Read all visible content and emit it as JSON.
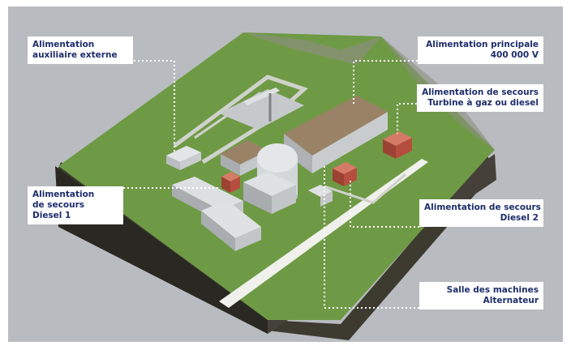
{
  "labels": {
    "aux_externe": {
      "lines": [
        "Alimentation",
        "auxiliaire externe"
      ]
    },
    "principale": {
      "lines": [
        "Alimentation principale",
        "400 000 V"
      ]
    },
    "secours_turbine": {
      "lines": [
        "Alimentation de secours",
        "Turbine à gaz ou diesel"
      ]
    },
    "secours_diesel1": {
      "lines": [
        "Alimentation",
        "de secours",
        "Diesel 1"
      ]
    },
    "secours_diesel2": {
      "lines": [
        "Alimentation de secours",
        "Diesel 2"
      ]
    },
    "salle_machines": {
      "lines": [
        "Salle des machines",
        "Alternateur"
      ]
    }
  },
  "colors": {
    "panel_bg": "#b8bcc0",
    "grass": "#6f9a45",
    "soil_front": "#3d3a30",
    "soil_side": "#2a2822",
    "buildings": "#d3d7da",
    "roof_brown": "#9a8266",
    "red_building": "#c65a4a",
    "leader_dots": "#ffffff",
    "label_text": "#1d2d6b"
  }
}
